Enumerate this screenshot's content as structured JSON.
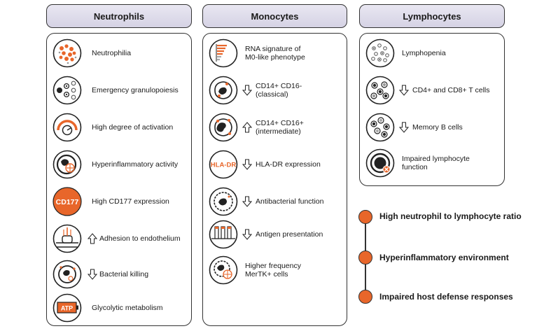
{
  "colors": {
    "accent": "#e8662a",
    "header_fill": "#dcd9ea",
    "outline": "#333333"
  },
  "columns": [
    {
      "title": "Neutrophils",
      "items": [
        {
          "icon": "neutrophilia-icon",
          "label": "Neutrophilia"
        },
        {
          "icon": "granulopoiesis-icon",
          "label": "Emergency granulopoiesis"
        },
        {
          "icon": "activation-gauge-icon",
          "label": "High degree of activation"
        },
        {
          "icon": "hyperinflammatory-cell-icon",
          "label": "Hyperinflammatory activity"
        },
        {
          "icon": "cd177-badge-icon",
          "icon_text": "CD177",
          "label": "High CD177 expression"
        },
        {
          "icon": "endothelium-adhesion-icon",
          "arrow": "up",
          "label": "Adhesion to endothelium"
        },
        {
          "icon": "bacterial-killing-icon",
          "arrow": "down",
          "label": "Bacterial killing"
        },
        {
          "icon": "atp-battery-icon",
          "icon_text": "ATP",
          "label": "Glycolytic metabolism"
        }
      ]
    },
    {
      "title": "Monocytes",
      "items": [
        {
          "icon": "rna-signature-icon",
          "label": "RNA signature of\nM0-like phenotype"
        },
        {
          "icon": "classical-monocyte-icon",
          "arrow": "down",
          "label": "CD14+ CD16-\n(classical)"
        },
        {
          "icon": "intermediate-monocyte-icon",
          "arrow": "up",
          "label": "CD14+ CD16+\n(intermediate)"
        },
        {
          "icon": "hla-dr-icon",
          "icon_text": "HLA-DR",
          "arrow": "down",
          "label": "HLA-DR expression"
        },
        {
          "icon": "antibacterial-icon",
          "arrow": "down",
          "label": "Antibacterial function"
        },
        {
          "icon": "antigen-presentation-icon",
          "arrow": "down",
          "label": "Antigen presentation"
        },
        {
          "icon": "mertk-cell-icon",
          "label": "Higher frequency\nMerTK+ cells"
        }
      ]
    },
    {
      "title": "Lymphocytes",
      "items": [
        {
          "icon": "lymphopenia-icon",
          "label": "Lymphopenia"
        },
        {
          "icon": "t-cells-icon",
          "arrow": "down",
          "label": "CD4+ and CD8+ T cells"
        },
        {
          "icon": "memory-b-cells-icon",
          "arrow": "down",
          "label": "Memory B cells"
        },
        {
          "icon": "impaired-lymphocyte-icon",
          "label": "Impaired lymphocyte\nfunction"
        }
      ]
    }
  ],
  "timeline": [
    {
      "label": "High neutrophil to lymphocyte ratio"
    },
    {
      "label": "Hyperinflammatory environment"
    },
    {
      "label": "Impaired host defense responses"
    }
  ]
}
